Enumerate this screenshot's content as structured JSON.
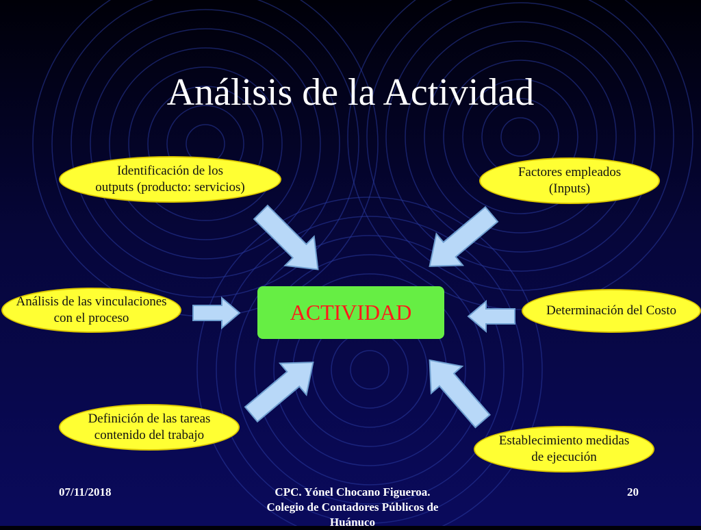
{
  "slide": {
    "title": "Análisis de la Actividad",
    "center": "ACTIVIDAD",
    "nodes": {
      "outputs": [
        "Identificación  de los",
        "outputs (producto: servicios)"
      ],
      "inputs": [
        "Factores empleados",
        "(Inputs)"
      ],
      "vinculaciones": [
        "Análisis de las vinculaciones",
        "con el proceso"
      ],
      "costo": [
        "Determinación del Costo"
      ],
      "tareas": [
        "Definición de las tareas",
        "contenido del trabajo"
      ],
      "medidas": [
        "Establecimiento medidas",
        "de ejecución"
      ]
    }
  },
  "footer": {
    "date": "07/11/2018",
    "author_line1": "CPC. Yónel Chocano Figueroa.",
    "author_line2": "Colegio de Contadores Públicos de",
    "author_line3": "Huánuco",
    "page": "20"
  },
  "colors": {
    "oval_fill": "#ffff33",
    "center_fill": "#66ee44",
    "center_text": "#ff1a1a",
    "arrow_fill": "#b8d8f8"
  }
}
